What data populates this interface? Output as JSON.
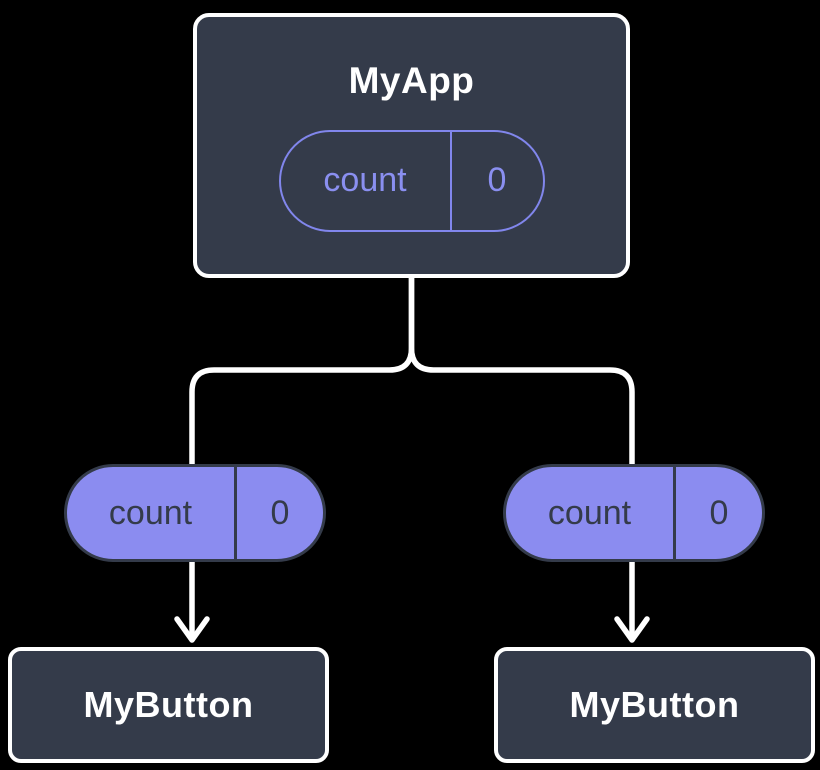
{
  "diagram": {
    "description": "Component tree showing state lifted to parent and passed down as props",
    "background_color": "#000000",
    "colors": {
      "node_fill": "#343b4a",
      "node_border": "#ffffff",
      "connector": "#ffffff",
      "pill_fill": "#8b8cf0",
      "pill_outline": "#8186ec",
      "pill_dark_text": "#343b4a",
      "node_text": "#ffffff"
    },
    "root": {
      "title": "MyApp",
      "state": {
        "name": "count",
        "value": "0"
      }
    },
    "children": [
      {
        "title": "MyButton",
        "prop": {
          "name": "count",
          "value": "0"
        }
      },
      {
        "title": "MyButton",
        "prop": {
          "name": "count",
          "value": "0"
        }
      }
    ]
  }
}
